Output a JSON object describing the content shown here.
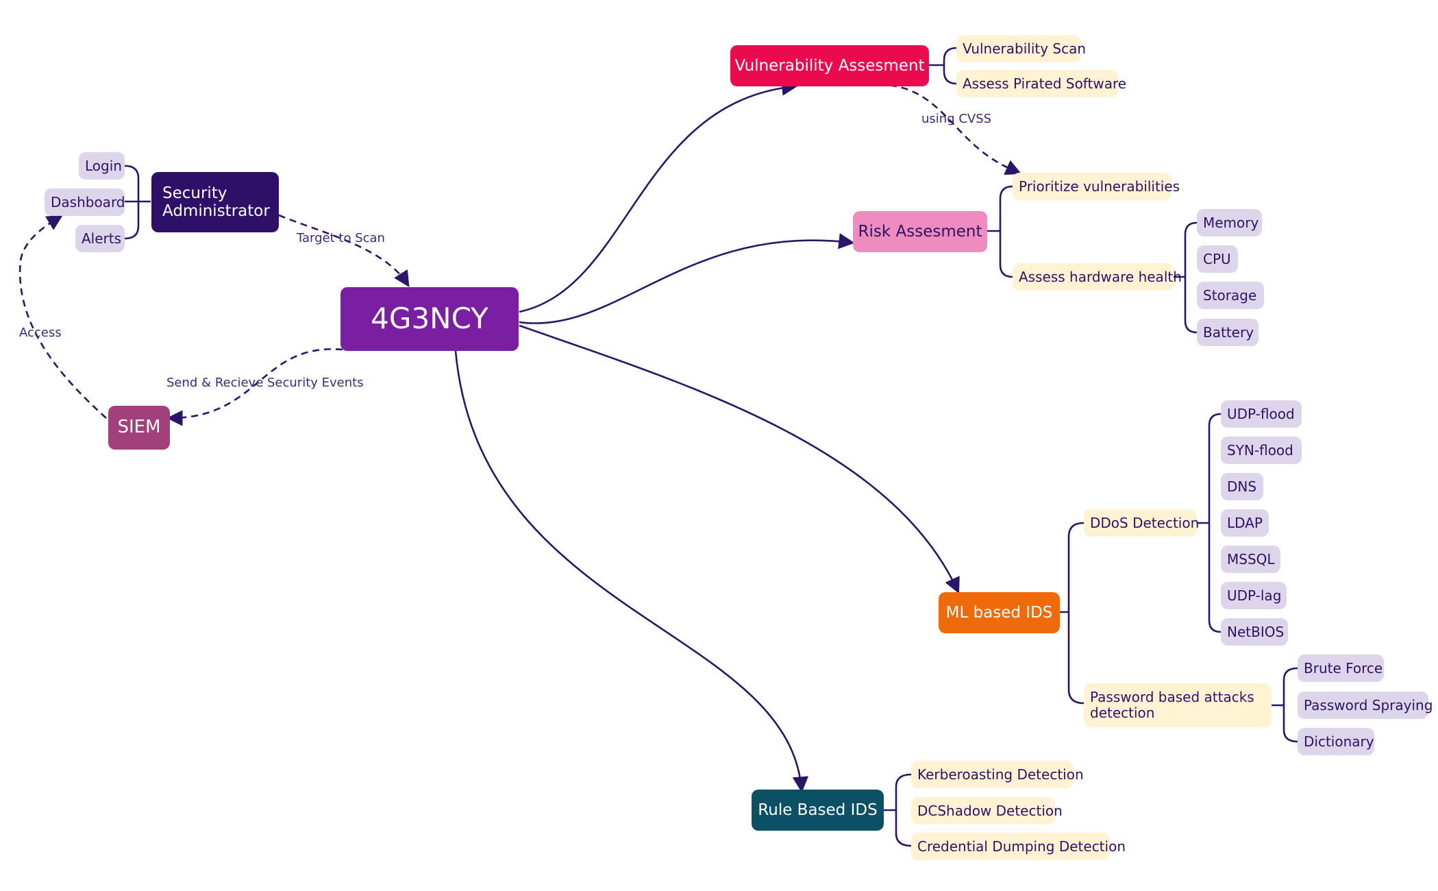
{
  "colors": {
    "line": "#2a1566",
    "center": "#7a1fa2",
    "security_admin": "#2e1068",
    "siem": "#a1407a",
    "vulnerability": "#ec0a4e",
    "risk": "#ee8cbf",
    "ml_ids": "#ef6a0b",
    "rule_ids": "#0b5065",
    "leaf_cream": "#fff3d4",
    "leaf_lavender": "#ddd6ea"
  },
  "center": {
    "label": "4G3NCY"
  },
  "security_admin": {
    "label": "Security Administrator",
    "children": [
      "Login",
      "Dashboard",
      "Alerts"
    ]
  },
  "siem": {
    "label": "SIEM"
  },
  "vulnerability": {
    "label": "Vulnerability Assesment",
    "children": [
      "Vulnerability Scan",
      "Assess Pirated Software"
    ]
  },
  "risk": {
    "label": "Risk Assesment",
    "prioritize": "Prioritize vulnerabilities",
    "hardware": {
      "label": "Assess hardware health",
      "children": [
        "Memory",
        "CPU",
        "Storage",
        "Battery"
      ]
    }
  },
  "ml_ids": {
    "label": "ML based IDS",
    "ddos": {
      "label": "DDoS Detection",
      "children": [
        "UDP-flood",
        "SYN-flood",
        "DNS",
        "LDAP",
        "MSSQL",
        "UDP-lag",
        "NetBIOS"
      ]
    },
    "password": {
      "label": "Password based attacks detection",
      "children": [
        "Brute Force",
        "Password Spraying",
        "Dictionary"
      ]
    }
  },
  "rule_ids": {
    "label": "Rule Based IDS",
    "children": [
      "Kerberoasting Detection",
      "DCShadow Detection",
      "Credential Dumping Detection"
    ]
  },
  "edge_labels": {
    "target_to_scan": "Target to Scan",
    "send_receive": "Send & Recieve Security Events",
    "access": "Access",
    "using_cvss": "using CVSS"
  }
}
